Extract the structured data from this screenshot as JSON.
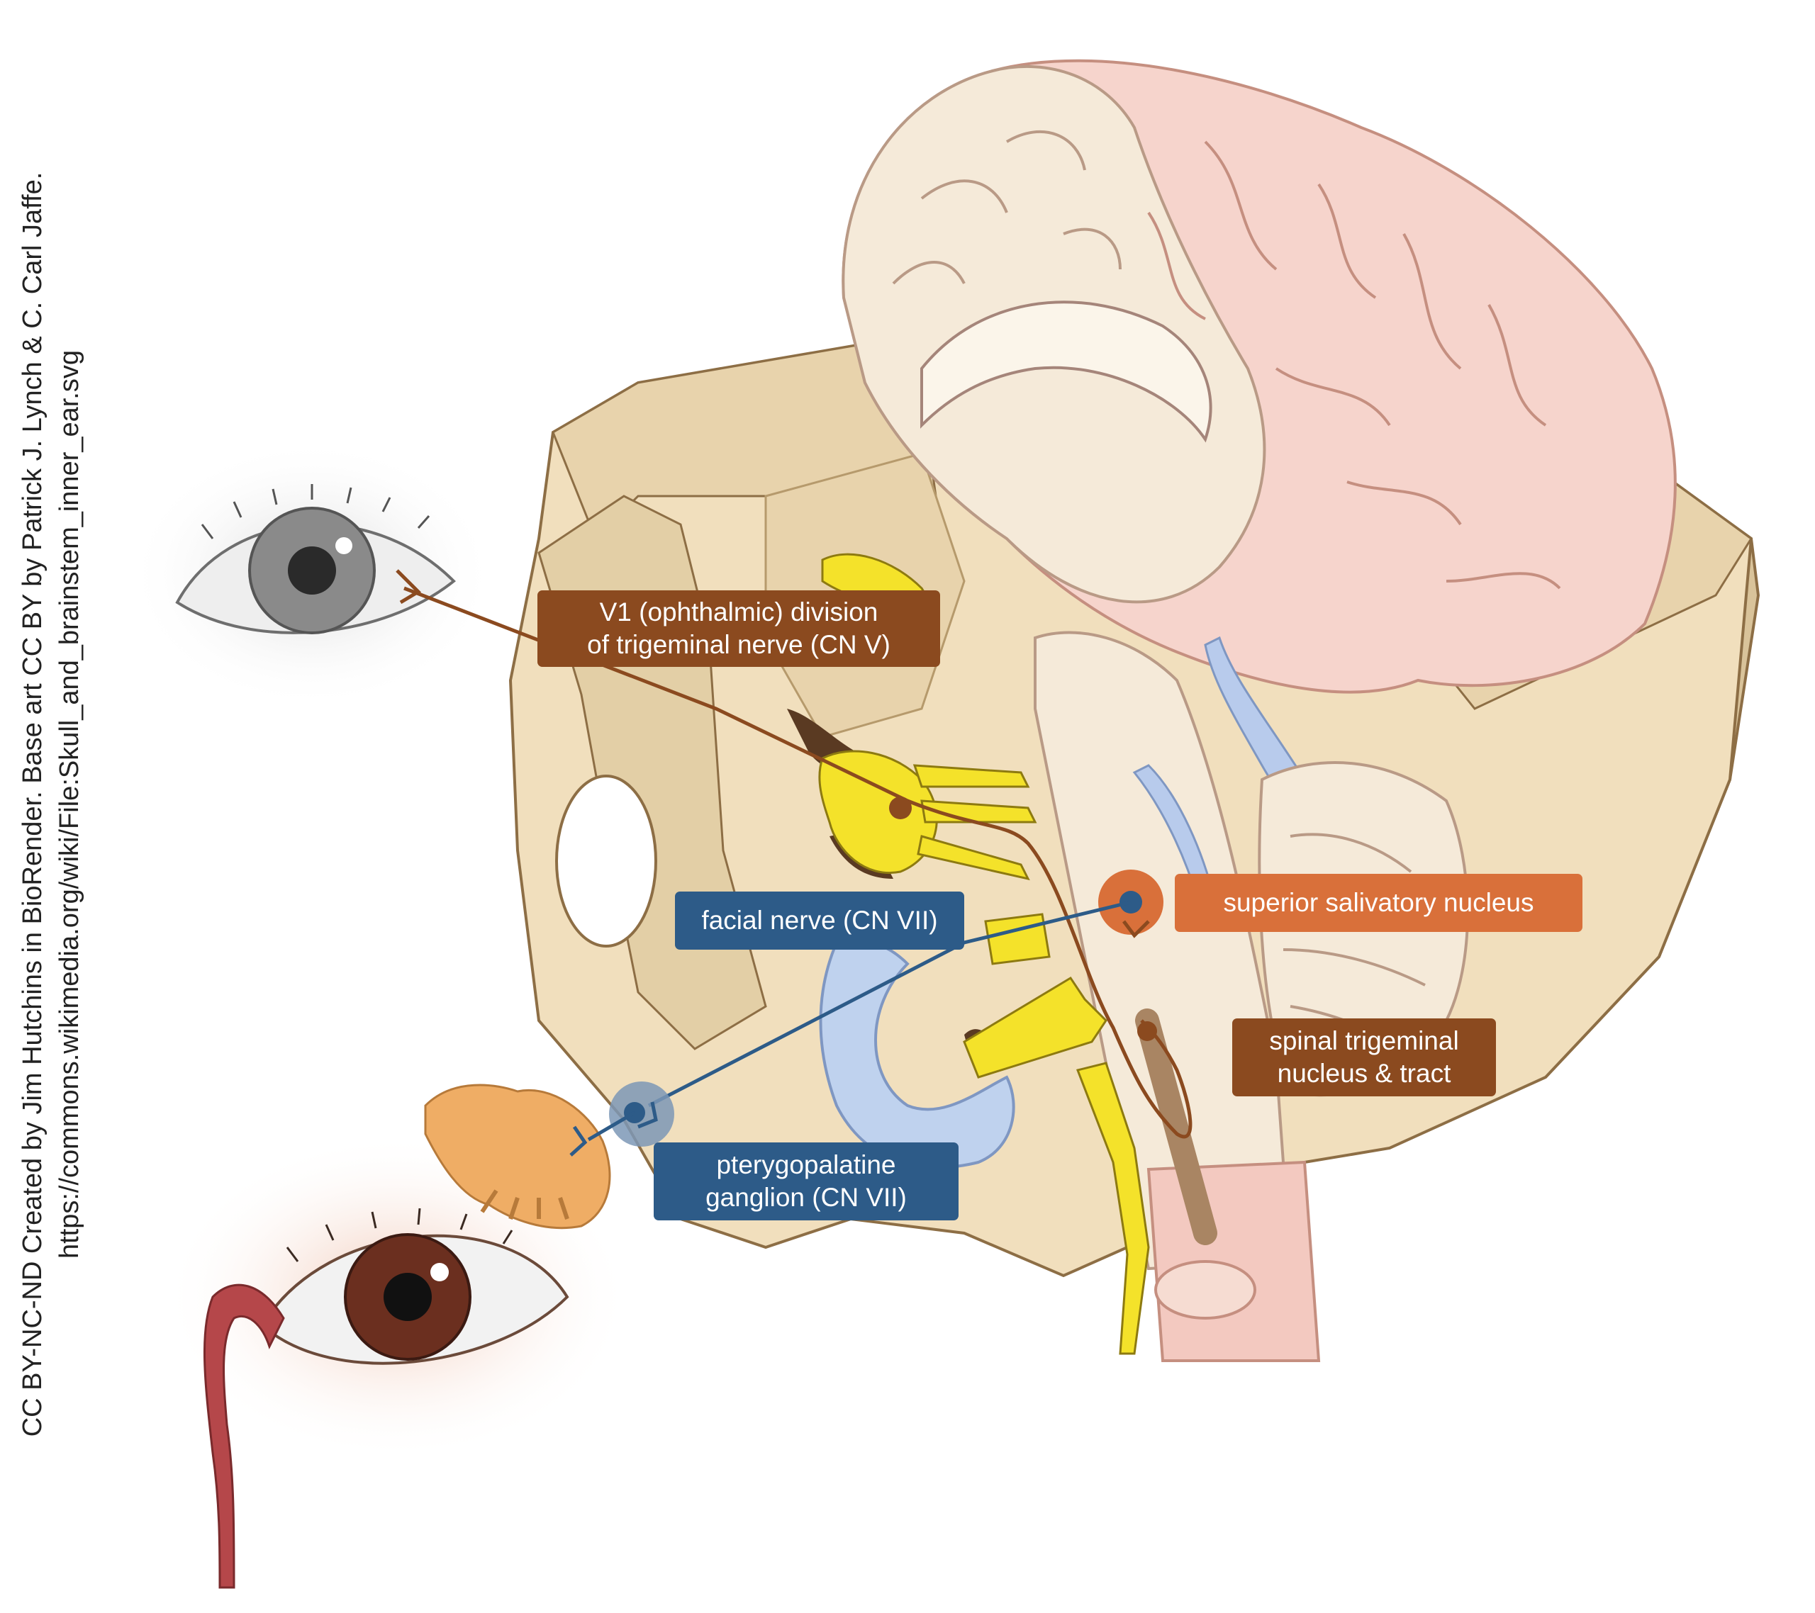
{
  "labels": {
    "v1": {
      "line1": "V1 (ophthalmic) division",
      "line2": "of trigeminal nerve (CN V)"
    },
    "facial": "facial nerve (CN VII)",
    "superior": "superior salivatory nucleus",
    "spinal": {
      "line1": "spinal trigeminal",
      "line2": "nucleus & tract"
    },
    "ptery": {
      "line1": "pterygopalatine",
      "line2": "ganglion (CN VII)"
    }
  },
  "credit": {
    "line1": "CC BY-NC-ND Created by Jim Hutchins in BioRender. Base art CC BY by Patrick J. Lynch & C. Carl Jaffe.",
    "line2": "https://commons.wikimedia.org/wiki/File:Skull_and_brainstem_inner_ear.svg"
  },
  "colors": {
    "trigeminal": "#8b4a1f",
    "facial": "#2d5b88",
    "salivatory": "#d9703a",
    "nerve_yellow": "#f4e22a",
    "bone": "#f1dfbd",
    "brain": "#f6d4cc"
  }
}
